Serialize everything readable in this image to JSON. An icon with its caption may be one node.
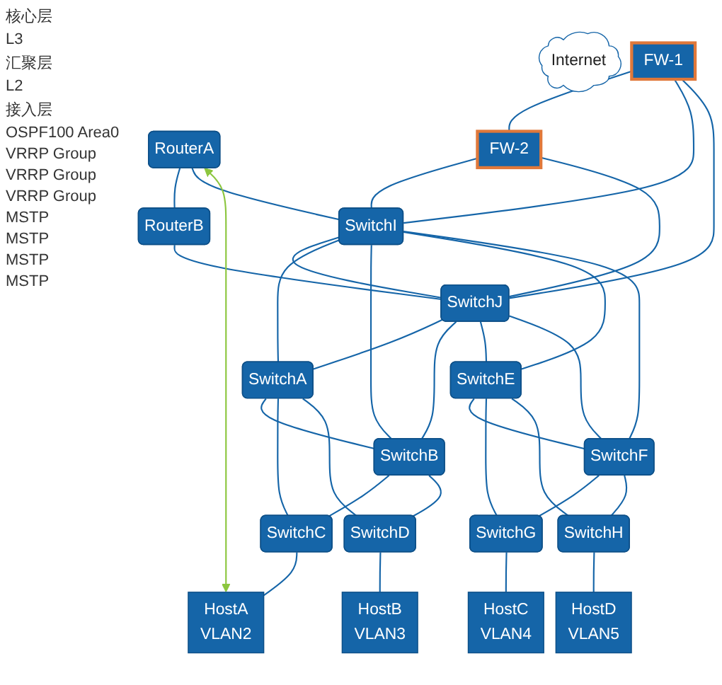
{
  "diagram": {
    "nodes": [
      {
        "text": [
          "Internet"
        ]
      },
      {
        "text": [
          "RouterA"
        ]
      },
      {
        "text": [
          "RouterB"
        ]
      },
      {
        "text": [
          "FW-1"
        ]
      },
      {
        "text": [
          "FW-2"
        ]
      },
      {
        "text": [
          "SwitchI"
        ]
      },
      {
        "text": [
          "SwitchJ"
        ]
      },
      {
        "text": [
          "SwitchA"
        ]
      },
      {
        "text": [
          "SwitchB"
        ]
      },
      {
        "text": [
          "SwitchE"
        ]
      },
      {
        "text": [
          "SwitchF"
        ]
      },
      {
        "text": [
          "SwitchC"
        ]
      },
      {
        "text": [
          "SwitchD"
        ]
      },
      {
        "text": [
          "SwitchG"
        ]
      },
      {
        "text": [
          "SwitchH"
        ]
      },
      {
        "text": [
          "HostA",
          "VLAN2"
        ]
      },
      {
        "text": [
          "HostB",
          "VLAN3"
        ]
      },
      {
        "text": [
          "HostC",
          "VLAN4"
        ]
      },
      {
        "text": [
          "HostD",
          "VLAN5"
        ]
      }
    ],
    "edges": [
      {
        "from": 1,
        "to": 2,
        "arrow": "none"
      },
      {
        "from": 1,
        "to": 5,
        "arrow": "none"
      },
      {
        "from": 2,
        "to": 6,
        "arrow": "none"
      },
      {
        "from": 3,
        "to": 4,
        "arrow": "none"
      },
      {
        "from": 3,
        "to": 5,
        "arrow": "none"
      },
      {
        "from": 3,
        "to": 6,
        "arrow": "none"
      },
      {
        "from": 4,
        "to": 5,
        "arrow": "none"
      },
      {
        "from": 4,
        "to": 6,
        "arrow": "none"
      },
      {
        "from": 5,
        "to": 6,
        "arrow": "none"
      },
      {
        "from": 5,
        "to": 7,
        "arrow": "none"
      },
      {
        "from": 5,
        "to": 8,
        "arrow": "none"
      },
      {
        "from": 5,
        "to": 9,
        "arrow": "none"
      },
      {
        "from": 5,
        "to": 10,
        "arrow": "none"
      },
      {
        "from": 6,
        "to": 7,
        "arrow": "none"
      },
      {
        "from": 6,
        "to": 8,
        "arrow": "none"
      },
      {
        "from": 6,
        "to": 9,
        "arrow": "none"
      },
      {
        "from": 6,
        "to": 10,
        "arrow": "none"
      },
      {
        "from": 7,
        "to": 8,
        "arrow": "none"
      },
      {
        "from": 9,
        "to": 10,
        "arrow": "none"
      },
      {
        "from": 7,
        "to": 11,
        "arrow": "none"
      },
      {
        "from": 7,
        "to": 12,
        "arrow": "none"
      },
      {
        "from": 8,
        "to": 11,
        "arrow": "none"
      },
      {
        "from": 8,
        "to": 12,
        "arrow": "none"
      },
      {
        "from": 9,
        "to": 13,
        "arrow": "none"
      },
      {
        "from": 9,
        "to": 14,
        "arrow": "none"
      },
      {
        "from": 10,
        "to": 13,
        "arrow": "none"
      },
      {
        "from": 10,
        "to": 14,
        "arrow": "none"
      },
      {
        "from": 11,
        "to": 15,
        "arrow": "none"
      },
      {
        "from": 12,
        "to": 16,
        "arrow": "none"
      },
      {
        "from": 13,
        "to": 17,
        "arrow": "none"
      },
      {
        "from": 14,
        "to": 18,
        "arrow": "none"
      },
      {
        "from": 15,
        "to": 1,
        "arrow": "both",
        "color": "#8cc63f"
      }
    ],
    "labels": [
      "核心层",
      "L3",
      "汇聚层",
      "L2",
      "接入层",
      "OSPF100 Area0",
      "VRRP Group",
      "VRRP Group",
      "VRRP Group",
      "MSTP",
      "MSTP",
      "MSTP",
      "MSTP"
    ]
  }
}
